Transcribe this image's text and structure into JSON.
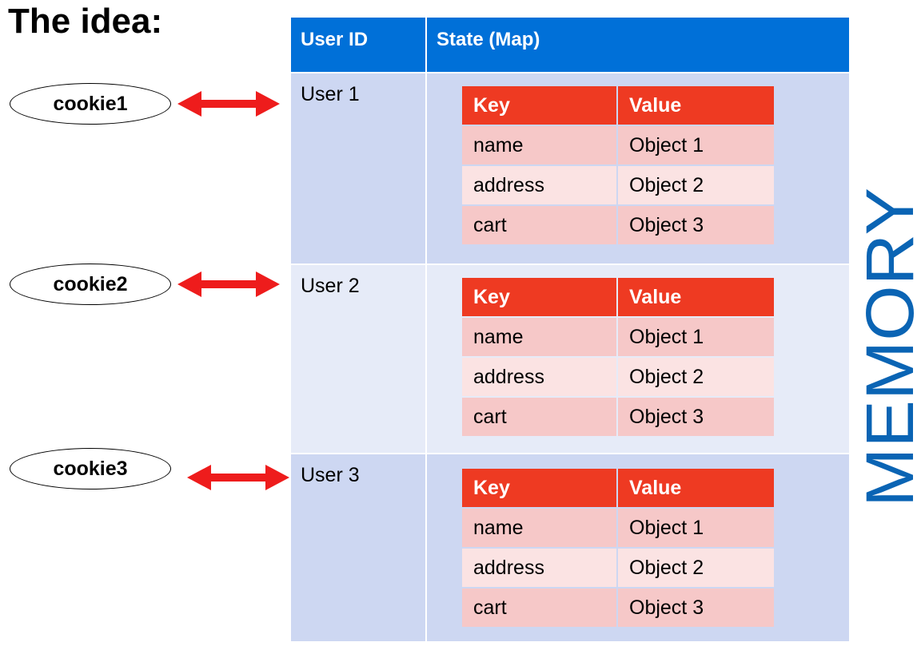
{
  "title": "The idea:",
  "cookies": [
    "cookie1",
    "cookie2",
    "cookie3"
  ],
  "colors": {
    "header_blue": "#0070d8",
    "row_dark": "#cdd7f2",
    "row_light": "#e6ebf8",
    "inner_header_red": "#ee3a22",
    "arrow_red": "#ee1c1c",
    "memory_blue": "#0a64b4"
  },
  "table": {
    "headers": {
      "user_id": "User ID",
      "state": "State (Map)"
    },
    "rows": [
      {
        "user": "User 1",
        "map": {
          "key_header": "Key",
          "value_header": "Value",
          "entries": [
            {
              "key": "name",
              "value": "Object 1"
            },
            {
              "key": "address",
              "value": "Object 2"
            },
            {
              "key": "cart",
              "value": "Object 3"
            }
          ]
        }
      },
      {
        "user": "User 2",
        "map": {
          "key_header": "Key",
          "value_header": "Value",
          "entries": [
            {
              "key": "name",
              "value": "Object 1"
            },
            {
              "key": "address",
              "value": "Object 2"
            },
            {
              "key": "cart",
              "value": "Object 3"
            }
          ]
        }
      },
      {
        "user": "User 3",
        "map": {
          "key_header": "Key",
          "value_header": "Value",
          "entries": [
            {
              "key": "name",
              "value": "Object 1"
            },
            {
              "key": "address",
              "value": "Object 2"
            },
            {
              "key": "cart",
              "value": "Object 3"
            }
          ]
        }
      }
    ]
  },
  "memory_label": "MEMORY"
}
